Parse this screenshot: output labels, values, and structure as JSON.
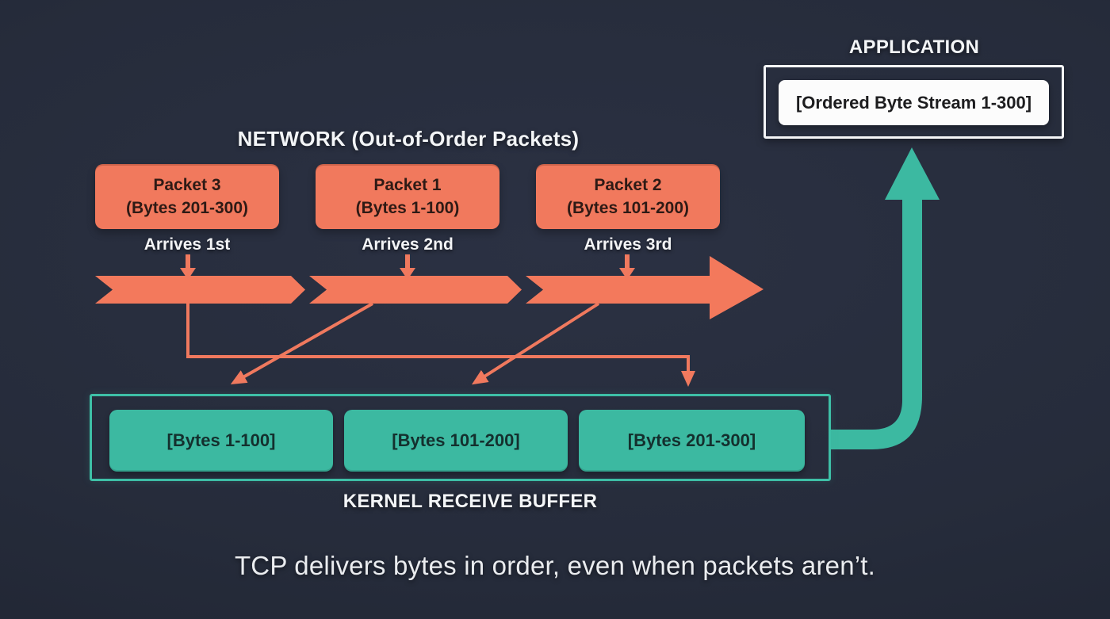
{
  "colors": {
    "background": "#262c3b",
    "coral": "#f1795d",
    "teal": "#3cb9a1",
    "white_text": "#f3f5f7",
    "dark_text_on_coral": "#2e1a15",
    "dark_text_on_teal": "#14302e"
  },
  "network": {
    "title": "NETWORK (Out-of-Order Packets)",
    "packets": [
      {
        "label": "Packet 3",
        "bytes": "(Bytes 201-300)",
        "arrival": "Arrives 1st"
      },
      {
        "label": "Packet 1",
        "bytes": "(Bytes 1-100)",
        "arrival": "Arrives 2nd"
      },
      {
        "label": "Packet 2",
        "bytes": "(Bytes 101-200)",
        "arrival": "Arrives 3rd"
      }
    ]
  },
  "buffer": {
    "label": "KERNEL RECEIVE BUFFER",
    "slots": [
      "[Bytes 1-100]",
      "[Bytes 101-200]",
      "[Bytes 201-300]"
    ]
  },
  "application": {
    "title": "APPLICATION",
    "stream": "[Ordered Byte Stream 1-300]"
  },
  "caption": "TCP delivers bytes in order, even when packets aren’t."
}
